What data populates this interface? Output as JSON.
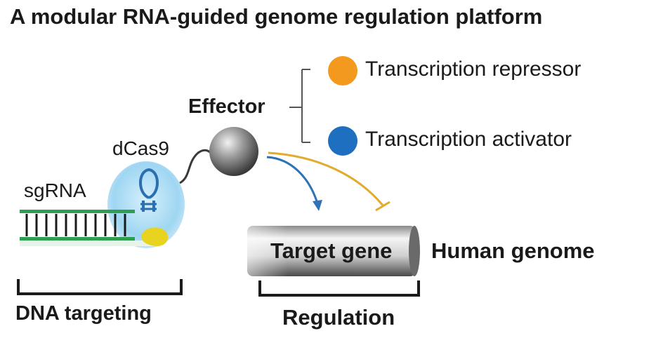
{
  "title": "A modular RNA-guided genome regulation platform",
  "labels": {
    "effector": "Effector",
    "dcas9": "dCas9",
    "sgrna": "sgRNA",
    "target_gene": "Target gene",
    "human_genome": "Human genome",
    "dna_targeting": "DNA targeting",
    "regulation": "Regulation"
  },
  "effector_options": [
    {
      "label": "Transcription repressor",
      "color": "#f39a1e",
      "icon": "orange-circle"
    },
    {
      "label": "Transcription activator",
      "color": "#1f6fc0",
      "icon": "blue-circle"
    }
  ],
  "colors": {
    "dna_green": "#2f9e52",
    "dcas9_blue": "#9fd6f2",
    "activation_arrow": "#2f72b8",
    "repression_line": "#e2ab2c"
  }
}
